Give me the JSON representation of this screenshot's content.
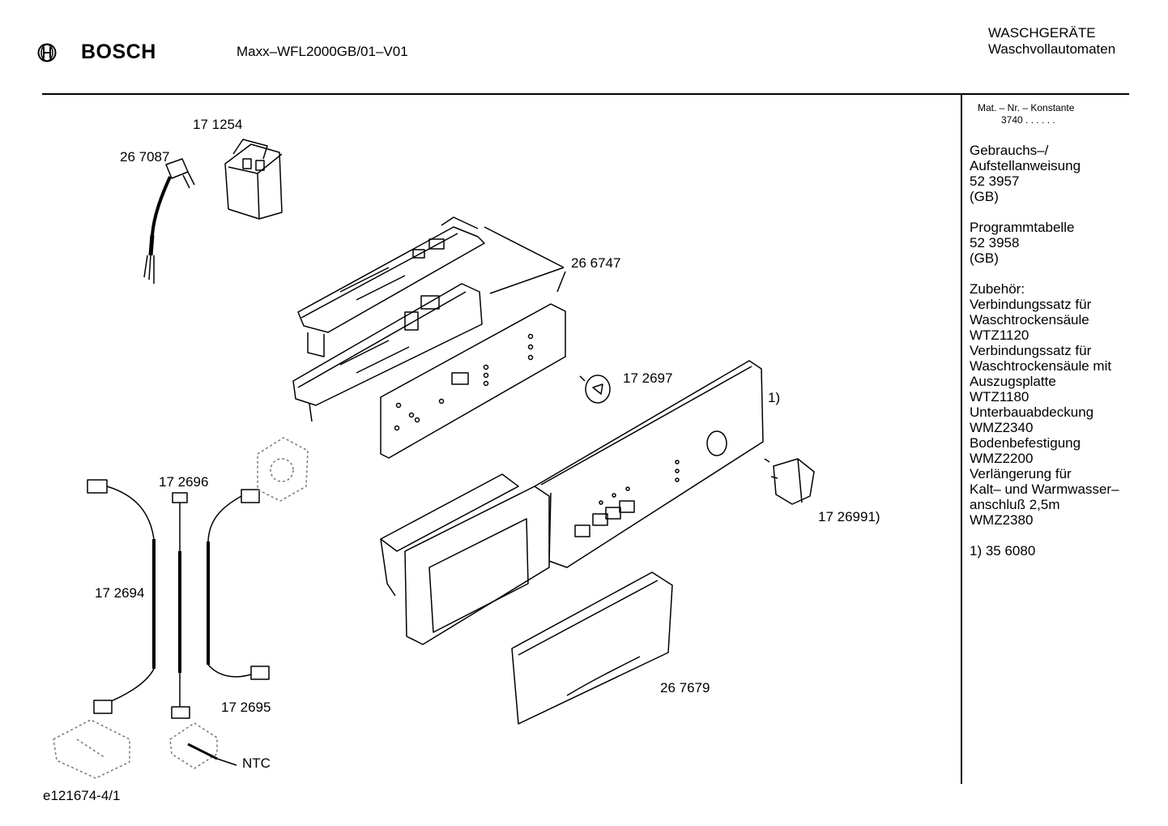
{
  "header": {
    "brand": "BOSCH",
    "model": "Maxx–WFL2000GB/01–V01",
    "category_line1": "WASCHGERÄTE",
    "category_line2": "Waschvollautomaten"
  },
  "sidebar": {
    "mat_label": "Mat. – Nr. – Konstante",
    "mat_value": "3740 . .  . . . .",
    "blocks": [
      [
        "Gebrauchs–/",
        "Aufstellanweisung",
        "52 3957",
        "(GB)"
      ],
      [
        "Programmtabelle",
        "52 3958",
        "(GB)"
      ],
      [
        "Zubehör:",
        "Verbindungssatz für",
        "Waschtrockensäule",
        "WTZ1120",
        "Verbindungssatz für",
        "Waschtrockensäule mit",
        "Auszugsplatte",
        "WTZ1180",
        "Unterbauabdeckung",
        "WMZ2340",
        "Bodenbefestigung",
        "WMZ2200",
        "Verlängerung für",
        "Kalt– und Warmwasser–",
        "anschluß 2,5m",
        "WMZ2380"
      ],
      [
        "1) 35 6080"
      ]
    ]
  },
  "parts": {
    "p171254": "17 1254",
    "p267087": "26 7087",
    "p266747": "26 6747",
    "p172697": "17 2697",
    "note1": "1)",
    "p1726991": "17 26991)",
    "p172696": "17 2696",
    "p172694": "17 2694",
    "p172695": "17 2695",
    "p267679": "26 7679",
    "ntc": "NTC"
  },
  "footer": {
    "drawing_id": "e121674-4/1"
  }
}
